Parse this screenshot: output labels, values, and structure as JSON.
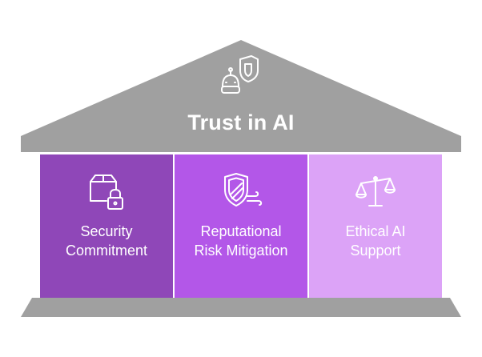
{
  "roof": {
    "title": "Trust in AI",
    "icon": "robot-shield-icon",
    "color": "#a0a0a0"
  },
  "pillars": [
    {
      "line1": "Security",
      "line2": "Commitment",
      "icon": "box-lock-icon",
      "color": "#8f47b8"
    },
    {
      "line1": "Reputational",
      "line2": "Risk Mitigation",
      "icon": "shield-wind-icon",
      "color": "#b357e8"
    },
    {
      "line1": "Ethical AI",
      "line2": "Support",
      "icon": "balance-scale-icon",
      "color": "#dca3f7"
    }
  ],
  "base": {
    "color": "#a0a0a0"
  }
}
